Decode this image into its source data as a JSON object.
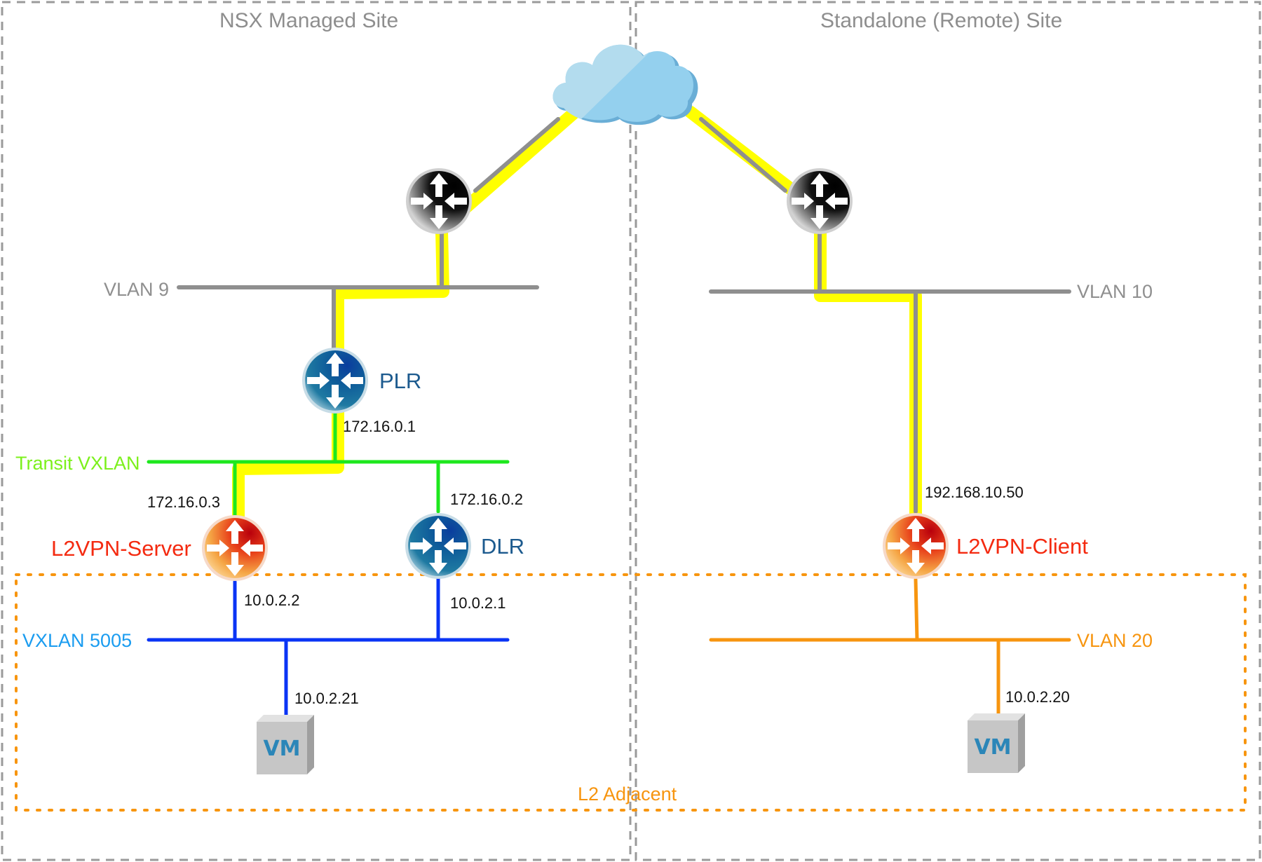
{
  "sites": [
    {
      "id": "nsx",
      "title": "NSX Managed Site"
    },
    {
      "id": "remote",
      "title": "Standalone (Remote) Site"
    }
  ],
  "segments": {
    "vlan9": {
      "label": "VLAN 9",
      "color": "#8f8f8f"
    },
    "vlan10": {
      "label": "VLAN 10",
      "color": "#8f8f8f"
    },
    "transit": {
      "label": "Transit VXLAN",
      "color": "#7cf01c",
      "line_color": "#1ee81e"
    },
    "vxlan5005": {
      "label": "VXLAN 5005",
      "color": "#1a9cf0",
      "line_color": "#0a34f5"
    },
    "vlan20": {
      "label": "VLAN 20",
      "color": "#f7950f",
      "line_color": "#f7950f"
    }
  },
  "nodes": {
    "plr": {
      "name": "PLR",
      "type": "router",
      "theme": "blue",
      "name_color": "#1c5a8e"
    },
    "dlr": {
      "name": "DLR",
      "type": "router",
      "theme": "blue",
      "name_color": "#1c5a8e"
    },
    "l2vpn_server": {
      "name": "L2VPN-Server",
      "type": "router",
      "theme": "orange",
      "name_color": "#f42a10"
    },
    "l2vpn_client": {
      "name": "L2VPN-Client",
      "type": "router",
      "theme": "orange",
      "name_color": "#f42a10"
    },
    "edge_left": {
      "name": "",
      "type": "router",
      "theme": "black"
    },
    "edge_right": {
      "name": "",
      "type": "router",
      "theme": "black"
    },
    "internet": {
      "type": "cloud"
    },
    "vm_left": {
      "label": "VM",
      "type": "vm"
    },
    "vm_right": {
      "label": "VM",
      "type": "vm"
    }
  },
  "ips": {
    "plr_transit": "172.16.0.1",
    "l2vpn_server_transit": "172.16.0.3",
    "dlr_transit": "172.16.0.2",
    "l2vpn_server_vxlan": "10.0.2.2",
    "dlr_vxlan": "10.0.2.1",
    "vm_left": "10.0.2.21",
    "l2vpn_client_uplink": "192.168.10.50",
    "vm_right": "10.0.2.20"
  },
  "l2_adjacent": {
    "label": "L2 Adjacent",
    "color": "#f7950f"
  },
  "colors": {
    "tunnel_highlight": "#ffff00",
    "uplink": "#8f8f8f",
    "site_border": "#9a9a9a"
  }
}
